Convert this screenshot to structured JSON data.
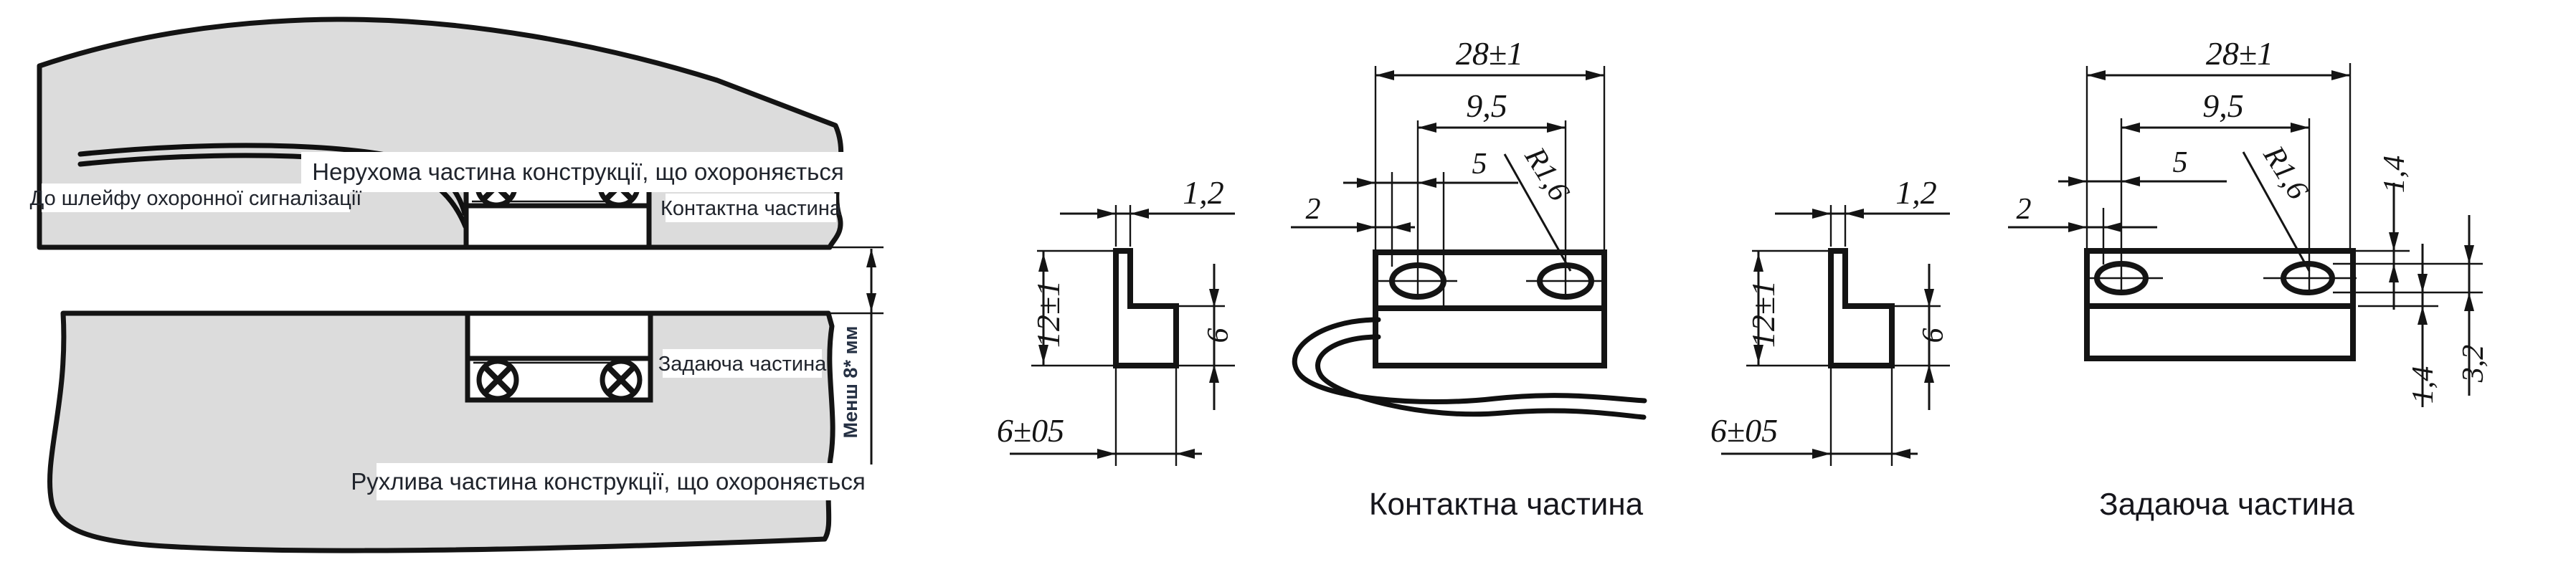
{
  "install": {
    "fixed_part_label": "Нерухома частина конструкції, що охороняється",
    "moving_part_label": "Рухлива частина конструкції, що охороняється",
    "loop_label": "До шлейфу охоронної сигналізації",
    "contact_part_label": "Контактна частина",
    "magnet_part_label": "Задаюча частина",
    "gap_dim": "Менш 8* мм"
  },
  "side": {
    "flange": "1,2",
    "height": "12±1",
    "body_height": "6",
    "body_width": "6±05"
  },
  "front": {
    "width": "28±1",
    "pitch": "9,5",
    "edge_to_center": "5",
    "radius": "R1,6",
    "edge_to_slot": "2"
  },
  "magnet_right": {
    "top_margin": "1,4",
    "slot_height": "3,2",
    "bottom_margin": "1,4"
  },
  "captions": {
    "contact": "Контактна частина",
    "magnet": "Задаюча частина"
  },
  "colors": {
    "part_fill": "#dcdcdc",
    "ink": "#141414"
  }
}
